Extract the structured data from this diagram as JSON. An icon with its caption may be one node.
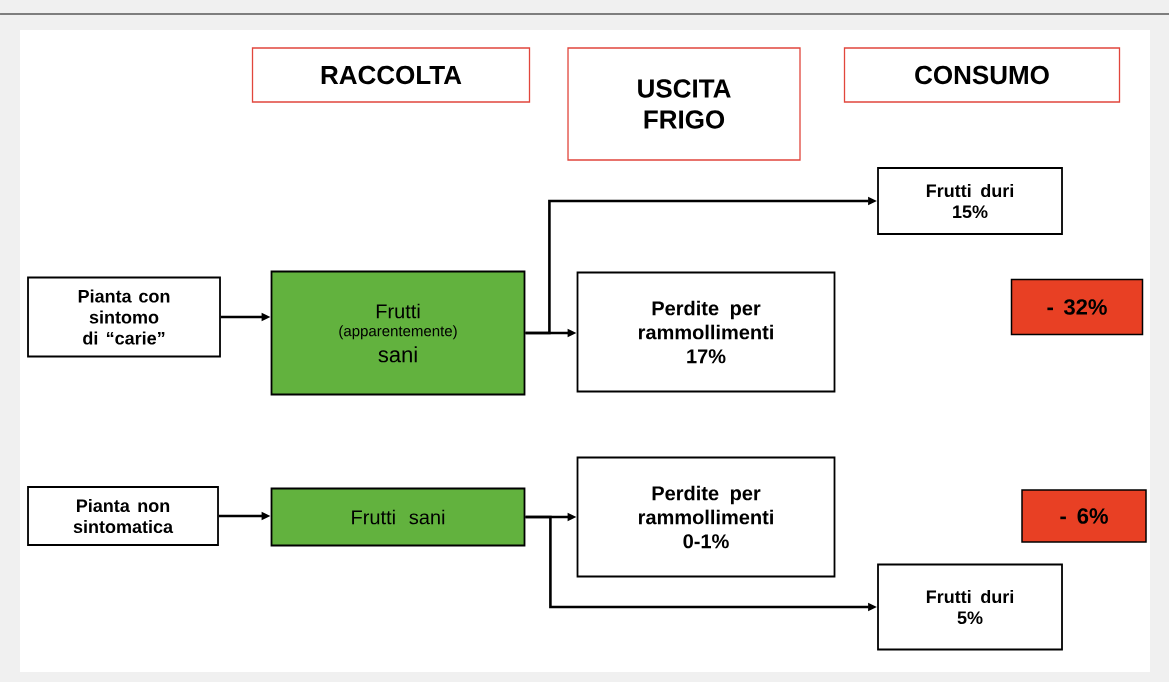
{
  "diagram": {
    "nodes": [
      {
        "text": [
          "RACCOLTA"
        ]
      },
      {
        "text": [
          "USCITA FRIGO"
        ]
      },
      {
        "text": [
          "CONSUMO"
        ]
      },
      {
        "text": [
          "Frutti duri",
          "15%"
        ]
      },
      {
        "text": [
          "Pianta con sintomo di “carie”"
        ]
      },
      {
        "text": [
          "Frutti",
          "(apparentemente)",
          "sani"
        ]
      },
      {
        "text": [
          "Perdite per rammollimenti",
          "17%"
        ]
      },
      {
        "text": [
          "- 32%"
        ]
      },
      {
        "text": [
          "Pianta non sintomatica"
        ]
      },
      {
        "text": [
          "Frutti sani"
        ]
      },
      {
        "text": [
          "Perdite per rammollimenti",
          "0-1%"
        ]
      },
      {
        "text": [
          "- 6%"
        ]
      },
      {
        "text": [
          "Frutti duri",
          "5%"
        ]
      }
    ],
    "edges": [
      {
        "from": 4,
        "to": 5,
        "arrow": "to"
      },
      {
        "from": 5,
        "to": 3,
        "arrow": "to"
      },
      {
        "from": 5,
        "to": 6,
        "arrow": "to"
      },
      {
        "from": 8,
        "to": 9,
        "arrow": "to"
      },
      {
        "from": 9,
        "to": 10,
        "arrow": "to"
      },
      {
        "from": 9,
        "to": 12,
        "arrow": "to"
      }
    ]
  }
}
